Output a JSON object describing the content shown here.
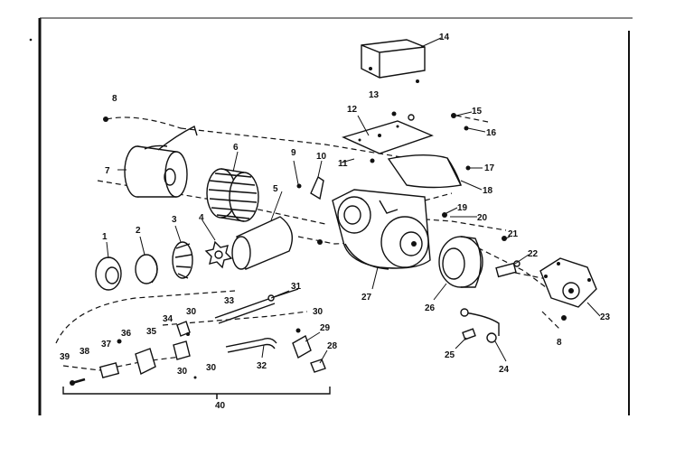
{
  "figure": {
    "part_labels": [
      "1",
      "2",
      "3",
      "4",
      "5",
      "6",
      "7",
      "8",
      "9",
      "10",
      "11",
      "12",
      "13",
      "14",
      "15",
      "16",
      "17",
      "18",
      "19",
      "20",
      "21",
      "22",
      "23",
      "24",
      "25",
      "26",
      "27",
      "28",
      "29",
      "30",
      "31",
      "32",
      "33",
      "34",
      "35",
      "36",
      "37",
      "38",
      "39",
      "40"
    ],
    "extra_labels": {
      "callout_8b": "8",
      "callout_30b": "30",
      "callout_30c": "30",
      "callout_30d": "30"
    }
  }
}
